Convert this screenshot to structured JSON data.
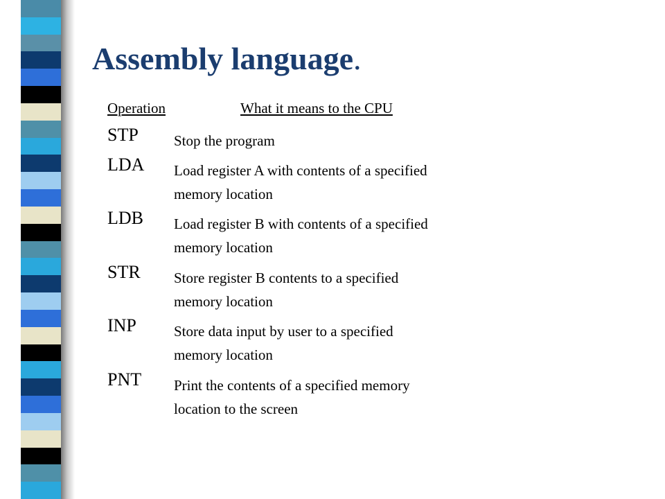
{
  "slide": {
    "title": "Assembly language",
    "title_punct": ".",
    "header": {
      "operation": "Operation",
      "meaning": "What it means to the CPU"
    },
    "instructions": [
      {
        "op": "STP",
        "desc_lines": [
          "Stop the program"
        ]
      },
      {
        "op": "LDA",
        "desc_lines": [
          "Load register A with contents of a specified",
          "memory location"
        ]
      },
      {
        "op": "LDB",
        "desc_lines": [
          "Load register B with contents of a specified",
          "memory location"
        ]
      },
      {
        "op": "STR",
        "desc_lines": [
          "Store register B contents to a specified",
          "memory location"
        ]
      },
      {
        "op": "INP",
        "desc_lines": [
          "Store data input by user to a specified",
          "memory location"
        ]
      },
      {
        "op": "PNT",
        "desc_lines": [
          "Print the contents of a specified memory",
          "location to the screen"
        ]
      }
    ]
  },
  "colors": {
    "title": "#1b3d6f",
    "stripes": [
      "#4a8ba8",
      "#2db2e3",
      "#5a90a8",
      "#0d3a6e",
      "#2e6fd9",
      "#000000",
      "#e8e4c8",
      "#4f90a8",
      "#2aa8dc",
      "#0d3a6e",
      "#9ecdf0",
      "#2e6fd9",
      "#e8e4c8",
      "#000000",
      "#4f90a8",
      "#2aa8dc",
      "#0d3a6e",
      "#9ecdf0",
      "#2e6fd9",
      "#e8e4c8",
      "#000000",
      "#2aa8dc",
      "#0d3a6e",
      "#2e6fd9",
      "#9ecdf0",
      "#e8e4c8",
      "#000000",
      "#4f90a8",
      "#2aa8dc"
    ]
  }
}
